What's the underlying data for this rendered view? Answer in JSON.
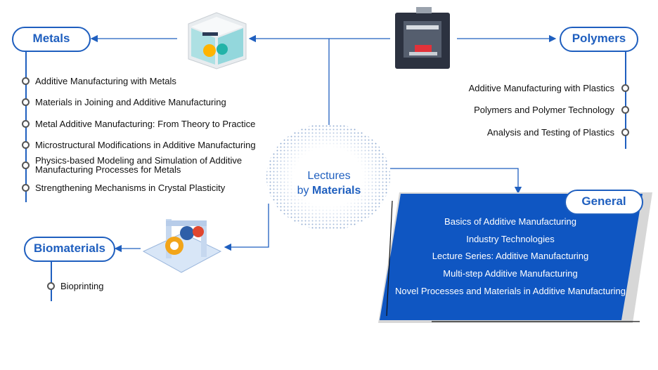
{
  "center": {
    "line1": "Lectures",
    "line2_prefix": "by ",
    "line2_bold": "Materials"
  },
  "metals": {
    "title": "Metals",
    "items": [
      "Additive Manufacturing with Metals",
      "Materials in Joining and Additive Manufacturing",
      "Metal Additive Manufacturing: From Theory to Practice",
      "Microstructural Modifications in Additive Manufacturing",
      "Physics-based Modeling and Simulation of Additive Manufacturing Processes for Metals",
      "Strengthening Mechanisms in Crystal Plasticity"
    ]
  },
  "polymers": {
    "title": "Polymers",
    "items": [
      "Additive Manufacturing with Plastics",
      "Polymers and Polymer Technology",
      "Analysis and Testing of Plastics"
    ]
  },
  "biomaterials": {
    "title": "Biomaterials",
    "items": [
      "Bioprinting"
    ]
  },
  "general": {
    "title": "General",
    "items": [
      "Basics of Additive Manufacturing",
      "Industry Technologies",
      "Lecture Series: Additive Manufacturing",
      "Multi-step Additive Manufacturing",
      "Novel Processes and Materials in Additive Manufacturing"
    ]
  },
  "colors": {
    "accent": "#1f5fbf",
    "panel": "#0f56c2"
  }
}
